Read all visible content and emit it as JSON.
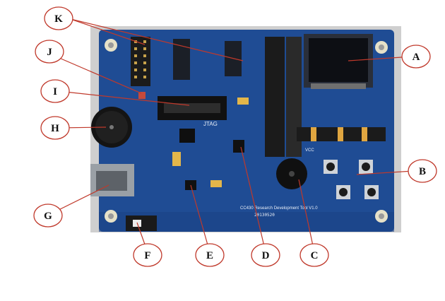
{
  "colors": {
    "pcb": "#1f4c94",
    "pcb_dark": "#173a77",
    "callout_stroke": "#c0392b",
    "header_black": "#1b1b1b",
    "oled_glass": "#0d0f14",
    "frame_gray": "#c9c9c9"
  },
  "board": {
    "silk_title": "CC430 Research Development Tool V1.0",
    "silk_jtag": "JTAG",
    "silk_vcc": "VCC",
    "silk_date": "20130520"
  },
  "callouts": [
    {
      "id": "A",
      "label": "A",
      "target": "oled-display"
    },
    {
      "id": "B",
      "label": "B",
      "target": "push-buttons"
    },
    {
      "id": "C",
      "label": "C",
      "target": "buzzer"
    },
    {
      "id": "D",
      "label": "D",
      "target": "regulator-ic"
    },
    {
      "id": "E",
      "label": "E",
      "target": "power-switch"
    },
    {
      "id": "F",
      "label": "F",
      "target": "slide-switch"
    },
    {
      "id": "G",
      "label": "G",
      "target": "usb-connector"
    },
    {
      "id": "H",
      "label": "H",
      "target": "battery-holder"
    },
    {
      "id": "I",
      "label": "I",
      "target": "jtag-header"
    },
    {
      "id": "J",
      "label": "J",
      "target": "led"
    },
    {
      "id": "K",
      "label": "K",
      "target": "pin-headers"
    }
  ]
}
